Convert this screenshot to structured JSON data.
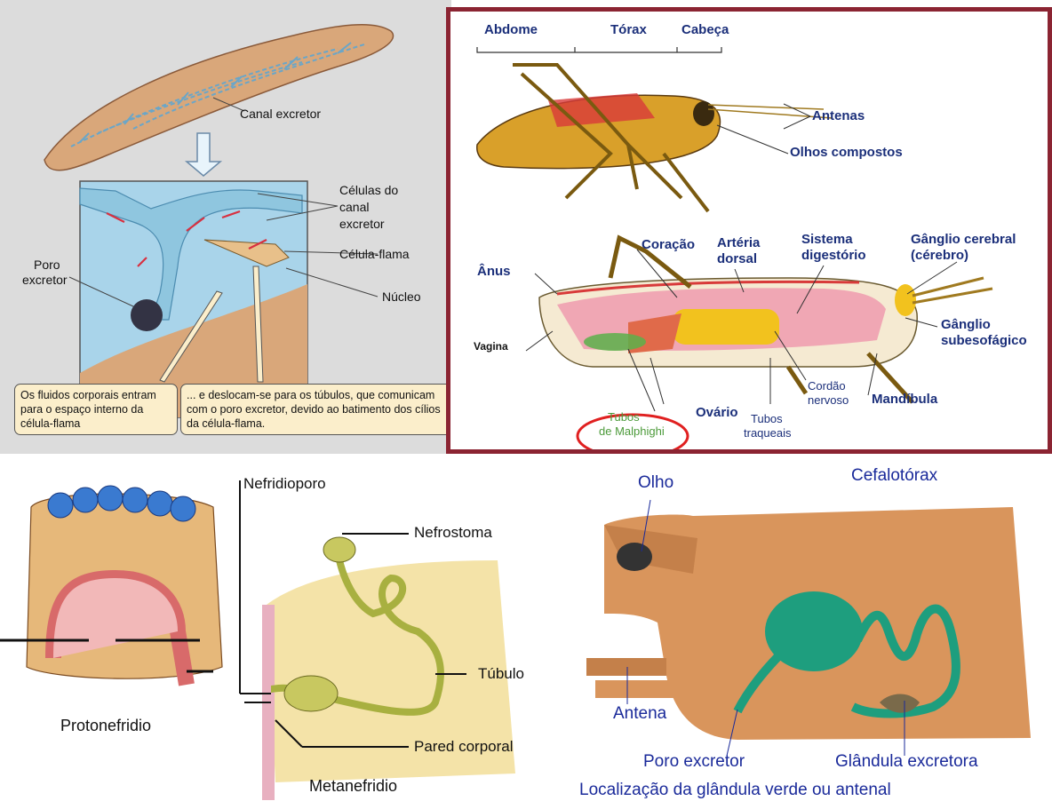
{
  "planarian": {
    "canal_label": "Canal excretor",
    "cells_canal_label": [
      "Células do",
      "canal",
      "excretor"
    ],
    "flame_cell_label": "Célula-flama",
    "nucleus_label": "Núcleo",
    "pore_label": [
      "Poro",
      "excretor"
    ],
    "callout_left": "Os fluidos corporais entram para o espaço interno da célula-flama",
    "callout_right": "... e deslocam-se para os túbulos, que comunicam com o poro excretor, devido ao batimento dos cílios da célula-flama.",
    "colors": {
      "bg": "#dcdcdc",
      "body": "#d9a77a",
      "canal": "#8fc6df",
      "box_border": "#555555"
    }
  },
  "grasshopper": {
    "segments": {
      "abdomen": "Abdome",
      "thorax": "Tórax",
      "head": "Cabeça"
    },
    "antennae_label": "Antenas",
    "eyes_label": "Olhos compostos",
    "heart_label": "Coração",
    "artery_label": [
      "Artéria",
      "dorsal"
    ],
    "digestive_label": [
      "Sistema",
      "digestório"
    ],
    "brain_label": [
      "Gânglio cerebral",
      "(cérebro)"
    ],
    "anus_label": "Ânus",
    "subesophageal_label": [
      "Gânglio",
      "subesofágico"
    ],
    "vagina_label": "Vagina",
    "nerve_cord_label": [
      "Cordão",
      "nervoso"
    ],
    "mandible_label": "Mandíbula",
    "ovary_label": "Ovário",
    "malpighi_label": [
      "Tubos",
      "de Malphighi"
    ],
    "tracheal_label": [
      "Tubos",
      "traqueais"
    ],
    "colors": {
      "border": "#8b2432",
      "label": "#1b2f7a",
      "malpighi": "#4c9a3a",
      "circle": "#e02020"
    }
  },
  "nephridia": {
    "protonephridium_label": "Protonefridio",
    "nephridiopore_label": "Nefridioporo",
    "nephrostome_label": "Nefrostoma",
    "tubule_label": "Túbulo",
    "body_wall_label": "Pared corporal",
    "metanephridium_label": "Metanefridio"
  },
  "crustacean": {
    "eye_label": "Olho",
    "cephalothorax_label": "Cefalotórax",
    "antenna_label": "Antena",
    "pore_label": "Poro excretor",
    "gland_label": "Glândula excretora",
    "caption": "Localização da glândula verde ou antenal",
    "colors": {
      "label": "#1a2a9a",
      "body": "#d9955c",
      "gland": "#1e9e7e"
    }
  }
}
